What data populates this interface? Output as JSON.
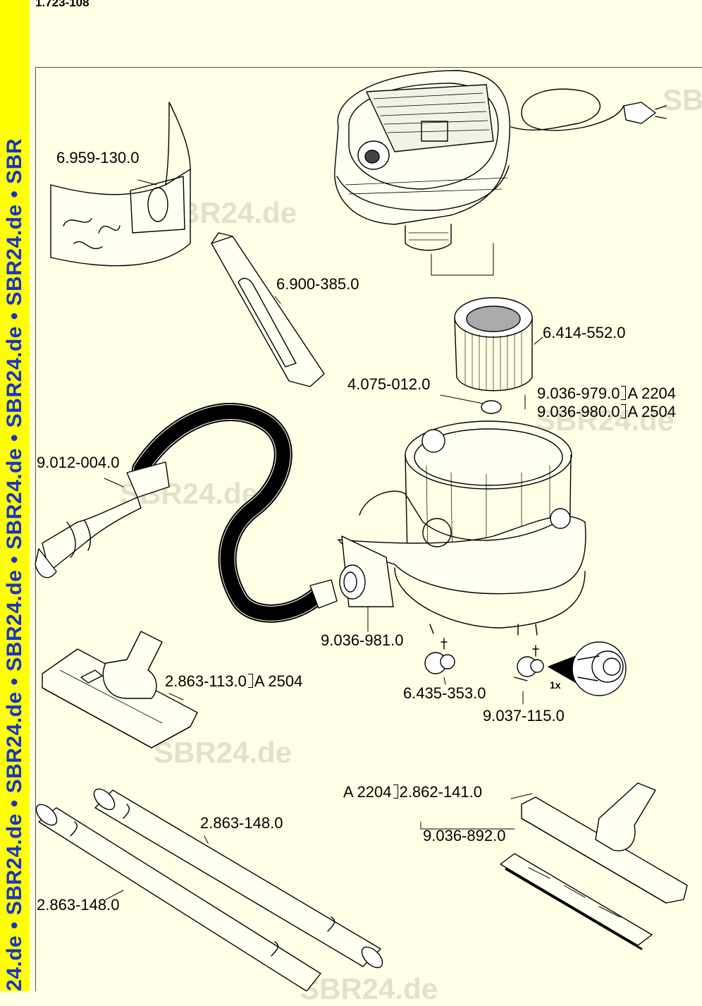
{
  "doc_number": "1.723-108",
  "side_strip_text": "24.de • SBR24.de • SBR24.de • SBR24.de • SBR24.de • SBR24.de • SBR24.de • SBR",
  "watermark": "SBR24.de",
  "parts": {
    "filter_bag": "6.959-130.0",
    "crevice_nozzle": "6.900-385.0",
    "cartridge_filter": "6.414-552.0",
    "gasket": "4.075-012.0",
    "container_a": {
      "number": "9.036-979.0",
      "variant": "A 2204"
    },
    "container_b": {
      "number": "9.036-980.0",
      "variant": "A 2504"
    },
    "hose": "9.012-004.0",
    "hose_adapter": "9.036-981.0",
    "caster_fixed": "6.435-353.0",
    "caster_swivel": "9.037-115.0",
    "caster_qty": "1x",
    "floor_nozzle": {
      "number": "2.863-113.0",
      "variant": "A 2504"
    },
    "wet_dry_nozzle": {
      "number": "2.862-141.0",
      "variant": "A 2204"
    },
    "nozzle_inserts": "9.036-892.0",
    "tube_1": "2.863-148.0",
    "tube_2": "2.863-148.0"
  }
}
